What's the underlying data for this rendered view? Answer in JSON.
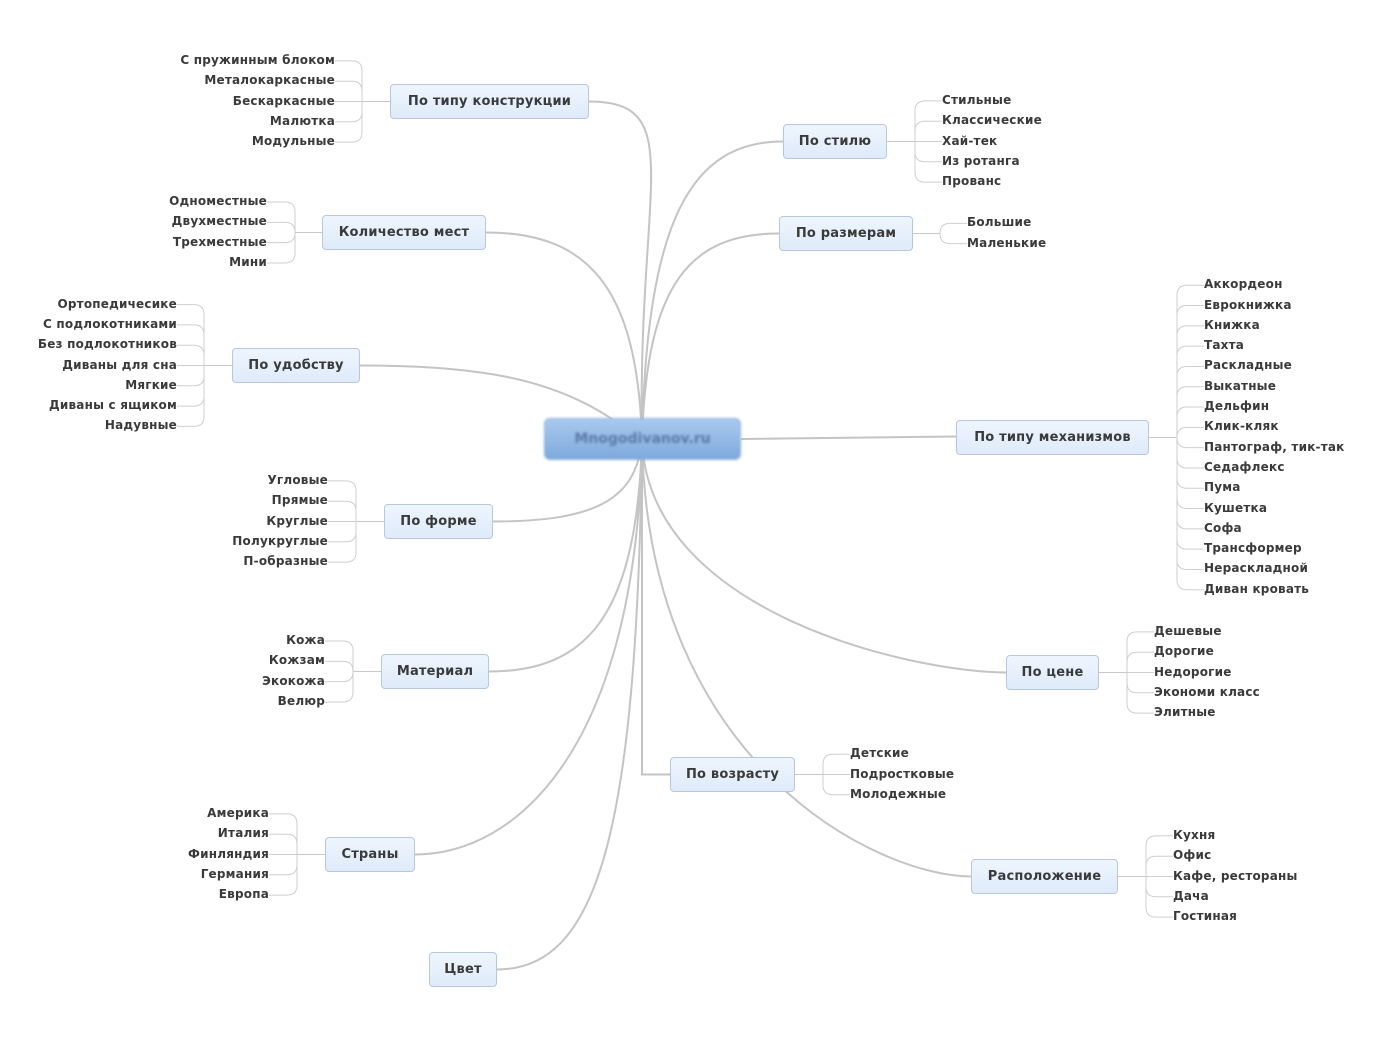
{
  "root": {
    "label": "Mnogodivanov.ru"
  },
  "branches": {
    "type_construction": {
      "label": "По типу конструкции",
      "items": [
        "С пружинным блоком",
        "Металокаркасные",
        "Бескаркасные",
        "Малютка",
        "Модульные"
      ]
    },
    "seats": {
      "label": "Количество мест",
      "items": [
        "Одноместные",
        "Двухместные",
        "Трехместные",
        "Мини"
      ]
    },
    "comfort": {
      "label": "По удобству",
      "items": [
        "Ортопедичесике",
        "С подлокотниками",
        "Без подлокотников",
        "Диваны для сна",
        "Мягкие",
        "Диваны с ящиком",
        "Надувные"
      ]
    },
    "shape": {
      "label": "По форме",
      "items": [
        "Угловые",
        "Прямые",
        "Круглые",
        "Полукруглые",
        "П-образные"
      ]
    },
    "material": {
      "label": "Материал",
      "items": [
        "Кожа",
        "Кожзам",
        "Экокожа",
        "Велюр"
      ]
    },
    "countries": {
      "label": "Страны",
      "items": [
        "Америка",
        "Италия",
        "Финляндия",
        "Германия",
        "Европа"
      ]
    },
    "color": {
      "label": "Цвет",
      "items": []
    },
    "age": {
      "label": "По возрасту",
      "items": [
        "Детские",
        "Подростковые",
        "Молодежные"
      ]
    },
    "style": {
      "label": "По стилю",
      "items": [
        "Стильные",
        "Классические",
        "Хай-тек",
        "Из ротанга",
        "Прованс"
      ]
    },
    "size": {
      "label": "По размерам",
      "items": [
        "Большие",
        "Маленькие"
      ]
    },
    "mechanism": {
      "label": "По типу механизмов",
      "items": [
        "Аккордеон",
        "Еврокнижка",
        "Книжка",
        "Тахта",
        "Раскладные",
        "Выкатные",
        "Дельфин",
        "Клик-кляк",
        "Пантограф, тик-так",
        "Седафлекс",
        "Пума",
        "Кушетка",
        "Софа",
        "Трансформер",
        "Нераскладной",
        "Диван кровать"
      ]
    },
    "price": {
      "label": "По цене",
      "items": [
        "Дешевые",
        "Дорогие",
        "Недорогие",
        "Экономи класс",
        "Элитные"
      ]
    },
    "location": {
      "label": "Расположение",
      "items": [
        "Кухня",
        "Офис",
        "Кафе, рестораны",
        "Дача",
        "Гостиная"
      ]
    }
  }
}
